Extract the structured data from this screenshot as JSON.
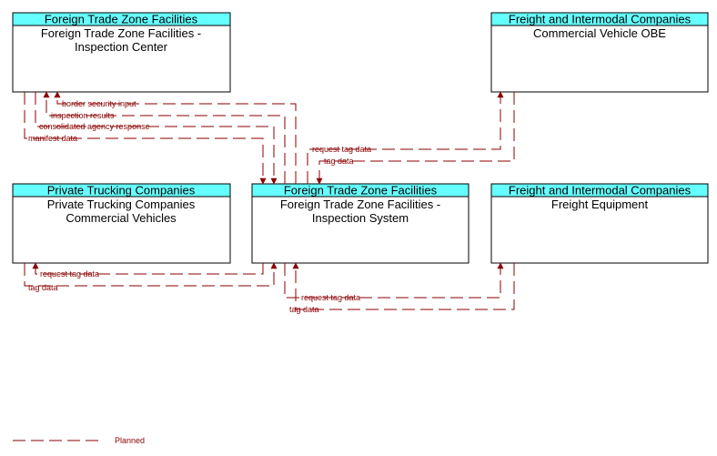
{
  "colors": {
    "header_fill": "#66ffff",
    "flow_color": "#8b0000",
    "border": "#000000"
  },
  "boxes": {
    "ftz_center": {
      "header": "Foreign Trade Zone Facilities",
      "title_lines": [
        "Foreign Trade Zone Facilities -",
        "Inspection Center"
      ]
    },
    "cv_obe": {
      "header": "Freight and Intermodal Companies",
      "title_lines": [
        "Commercial Vehicle OBE"
      ]
    },
    "trucking": {
      "header": "Private Trucking Companies",
      "title_lines": [
        "Private Trucking Companies",
        "Commercial Vehicles"
      ]
    },
    "ftz_system": {
      "header": "Foreign Trade Zone Facilities",
      "title_lines": [
        "Foreign Trade Zone Facilities -",
        "Inspection System"
      ]
    },
    "freight_equipment": {
      "header": "Freight and Intermodal Companies",
      "title_lines": [
        "Freight Equipment"
      ]
    }
  },
  "flows": {
    "border_security_input": "border security input",
    "inspection_results": "inspection results",
    "consolidated_agency_response": "consolidated agency response",
    "manifest_data": "manifest data",
    "obe_request_tag_data": "request tag data",
    "obe_tag_data": "tag data",
    "truck_request_tag_data": "request tag data",
    "truck_tag_data": "tag data",
    "equip_request_tag_data": "request tag data",
    "equip_tag_data": "tag data"
  },
  "legend": {
    "planned_label": "Planned"
  }
}
